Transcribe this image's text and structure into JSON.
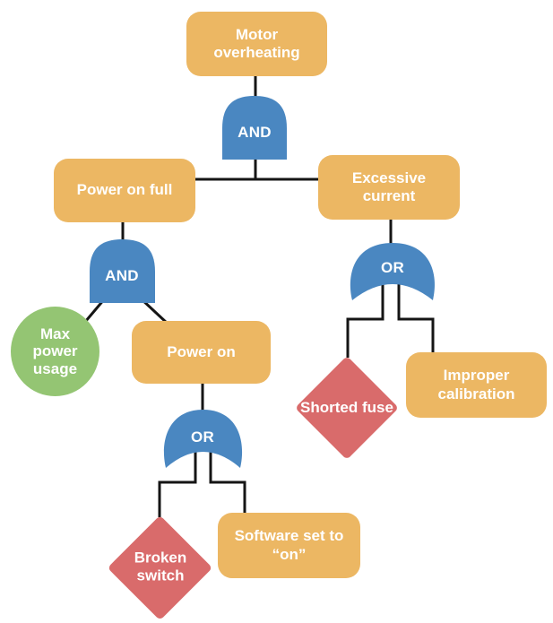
{
  "diagram": {
    "type": "fault-tree",
    "top_event": {
      "label": "Motor overheating"
    },
    "gates": {
      "top_and": "AND",
      "left_and": "AND",
      "right_or": "OR",
      "lower_or": "OR"
    },
    "events": {
      "power_on_full": "Power on full",
      "excessive_current": "Excessive current",
      "max_power_usage": "Max power usage",
      "power_on": "Power on",
      "shorted_fuse": "Shorted fuse",
      "improper_calibration": "Improper calibration",
      "broken_switch": "Broken switch",
      "software_on": "Software set to “on”"
    },
    "colors": {
      "event": "#ECB763",
      "gate": "#4A87C1",
      "basic": "#D96B6B",
      "external": "#94C573",
      "line": "#151515",
      "text": "#FFFFFF"
    }
  }
}
